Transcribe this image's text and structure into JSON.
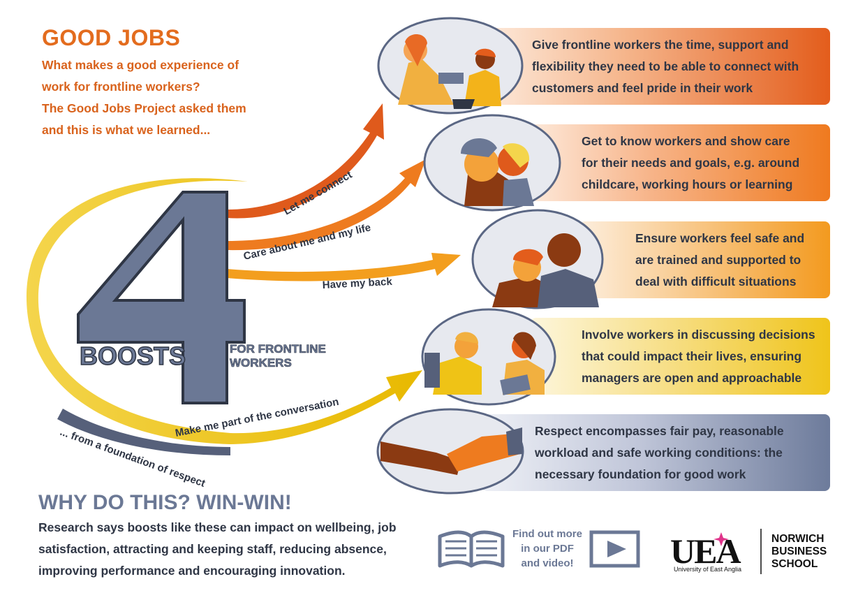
{
  "header": {
    "title": "GOOD JOBS",
    "intro": [
      "What makes a good experience of",
      "work for frontline workers?",
      "The Good Jobs Project asked them",
      "and this is what we learned..."
    ]
  },
  "center": {
    "big_number": "4",
    "boosts": "BOOSTS",
    "for_frontline": [
      "FOR FRONTLINE",
      "WORKERS"
    ]
  },
  "boosts": [
    {
      "arrow_label": "Let me connect",
      "text": [
        "Give frontline workers the time, support and",
        "flexibility they need to be able to connect with",
        "customers and feel pride in their work"
      ],
      "color": "#E0561B"
    },
    {
      "arrow_label": "Care about me and my life",
      "text": [
        "Get to know workers and show care",
        "for their needs and goals, e.g. around",
        "childcare, working hours or learning"
      ],
      "color": "#EE7B1F"
    },
    {
      "arrow_label": "Have my back",
      "text": [
        "Ensure workers feel safe and",
        "are trained and supported to",
        "deal with difficult situations"
      ],
      "color": "#F39E1E"
    },
    {
      "arrow_label": "Make me part of the conversation",
      "text": [
        "Involve workers in discussing decisions",
        "that could impact their lives, ensuring",
        "managers are open and approachable"
      ],
      "color": "#EFC316"
    },
    {
      "arrow_label": "... from a foundation of respect",
      "text": [
        "Respect encompasses fair pay, reasonable",
        "workload and safe working conditions: the",
        "necessary foundation for good work"
      ],
      "color": "#56607A"
    }
  ],
  "footer": {
    "why_title": "WHY DO THIS? WIN-WIN!",
    "research": [
      "Research says boosts like these can impact on wellbeing, job",
      "satisfaction, attracting and keeping staff, reducing absence,",
      "improving performance and encouraging innovation."
    ],
    "find_out": [
      "Find out more",
      "in our PDF",
      "and video!"
    ],
    "uea_logo": "UEA",
    "uea_name": "University of East Anglia",
    "nbs": [
      "NORWICH",
      "BUSINESS",
      "SCHOOL"
    ]
  },
  "icons": [
    "book-icon",
    "video-play-icon"
  ]
}
